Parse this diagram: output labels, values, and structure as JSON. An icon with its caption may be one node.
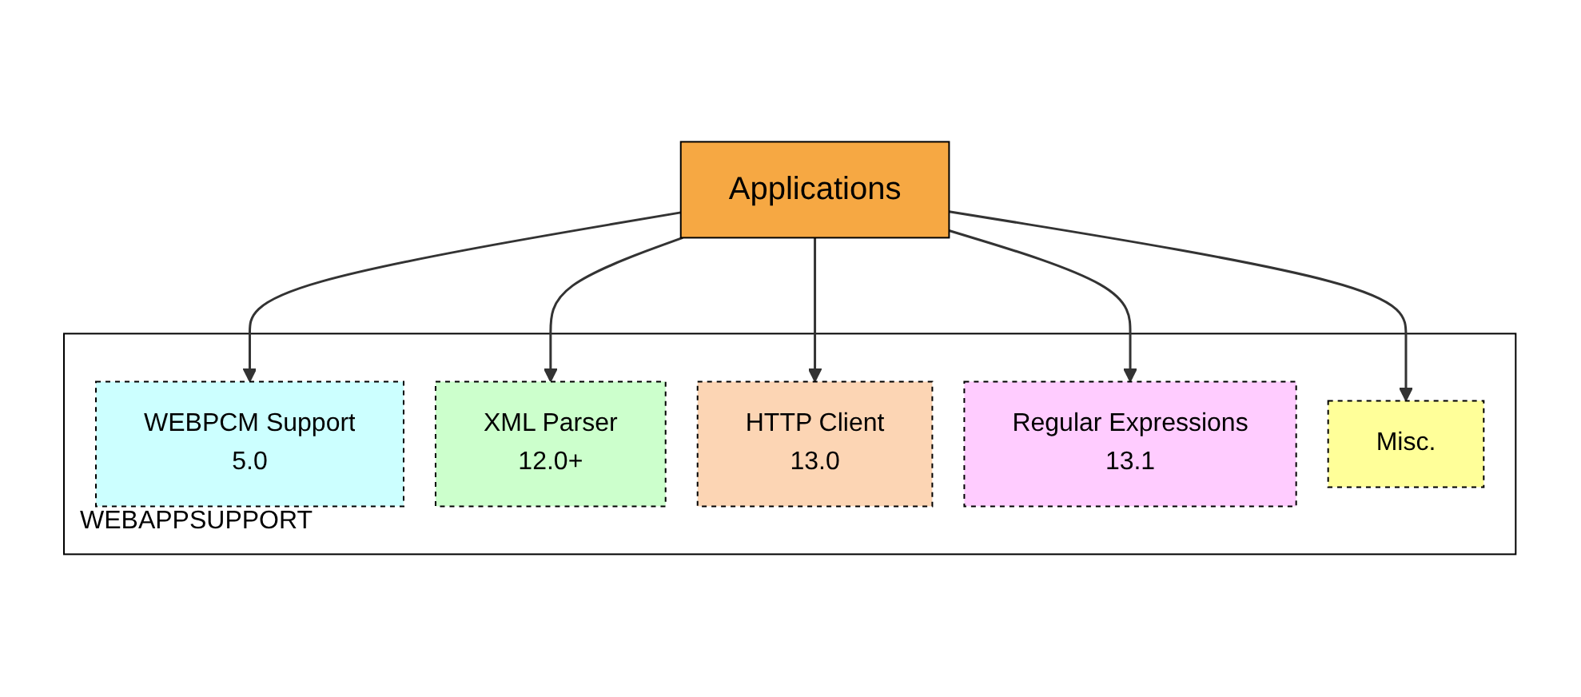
{
  "diagram": {
    "nodes": [
      {
        "text": [
          "Applications"
        ]
      },
      {
        "text": [
          "WEBAPPSUPPORT"
        ]
      },
      {
        "text": [
          "WEBPCM Support",
          "5.0"
        ],
        "in": 1
      },
      {
        "text": [
          "XML Parser",
          "12.0+"
        ],
        "in": 1
      },
      {
        "text": [
          "HTTP Client",
          "13.0"
        ],
        "in": 1
      },
      {
        "text": [
          "Regular Expressions",
          "13.1"
        ],
        "in": 1
      },
      {
        "text": [
          "Misc."
        ],
        "in": 1
      }
    ],
    "edges": [
      {
        "from": 0,
        "to": 2,
        "arrow": "to"
      },
      {
        "from": 0,
        "to": 3,
        "arrow": "to"
      },
      {
        "from": 0,
        "to": 4,
        "arrow": "to"
      },
      {
        "from": 0,
        "to": 5,
        "arrow": "to"
      },
      {
        "from": 0,
        "to": 6,
        "arrow": "to"
      }
    ]
  }
}
